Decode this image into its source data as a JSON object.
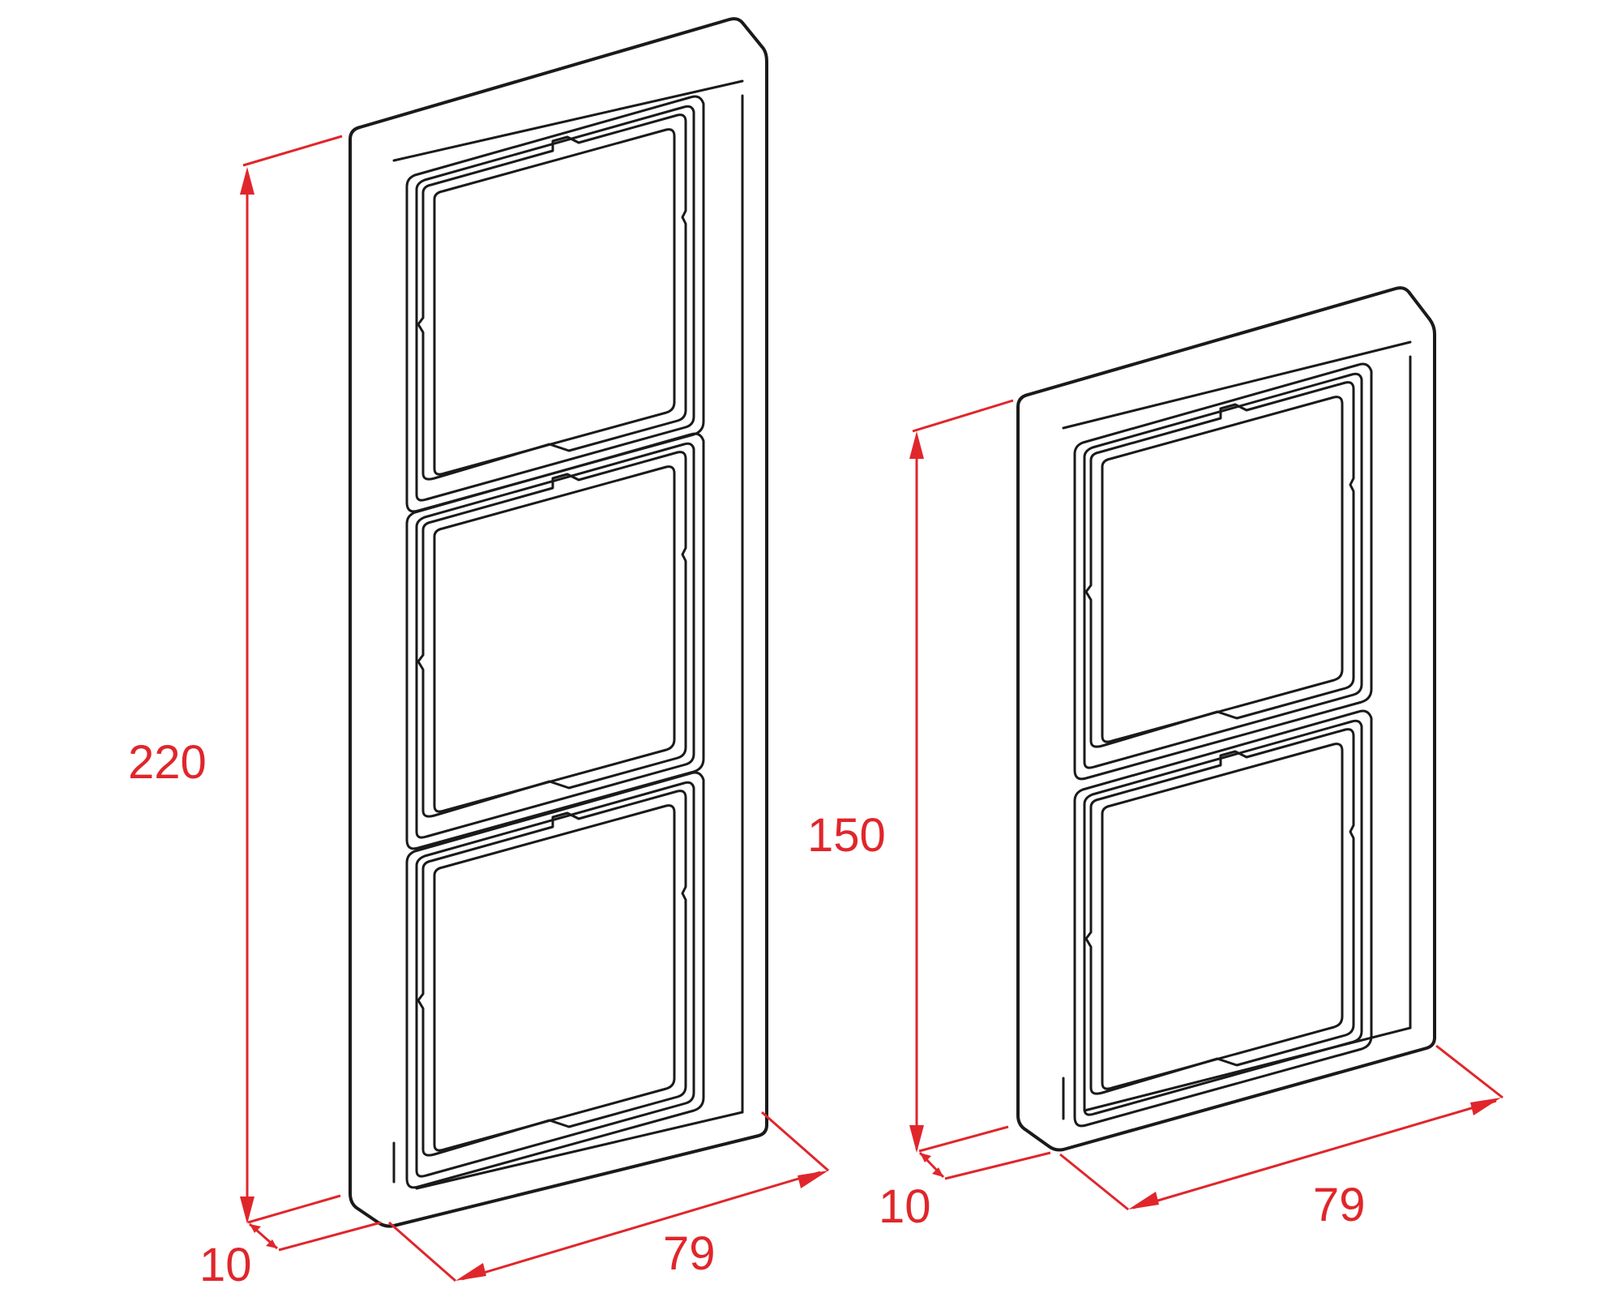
{
  "diagram": {
    "type": "dimension-drawing",
    "subject": "switch cover frames (isometric)",
    "colors": {
      "line": "#1a1a1a",
      "dimension": "#e0262b",
      "background": "#ffffff"
    }
  },
  "frames": [
    {
      "id": "triple-frame",
      "openings": 3,
      "dimensions": {
        "height": "220",
        "depth": "10",
        "width": "79"
      }
    },
    {
      "id": "double-frame",
      "openings": 2,
      "dimensions": {
        "height": "150",
        "depth": "10",
        "width": "79"
      }
    }
  ]
}
